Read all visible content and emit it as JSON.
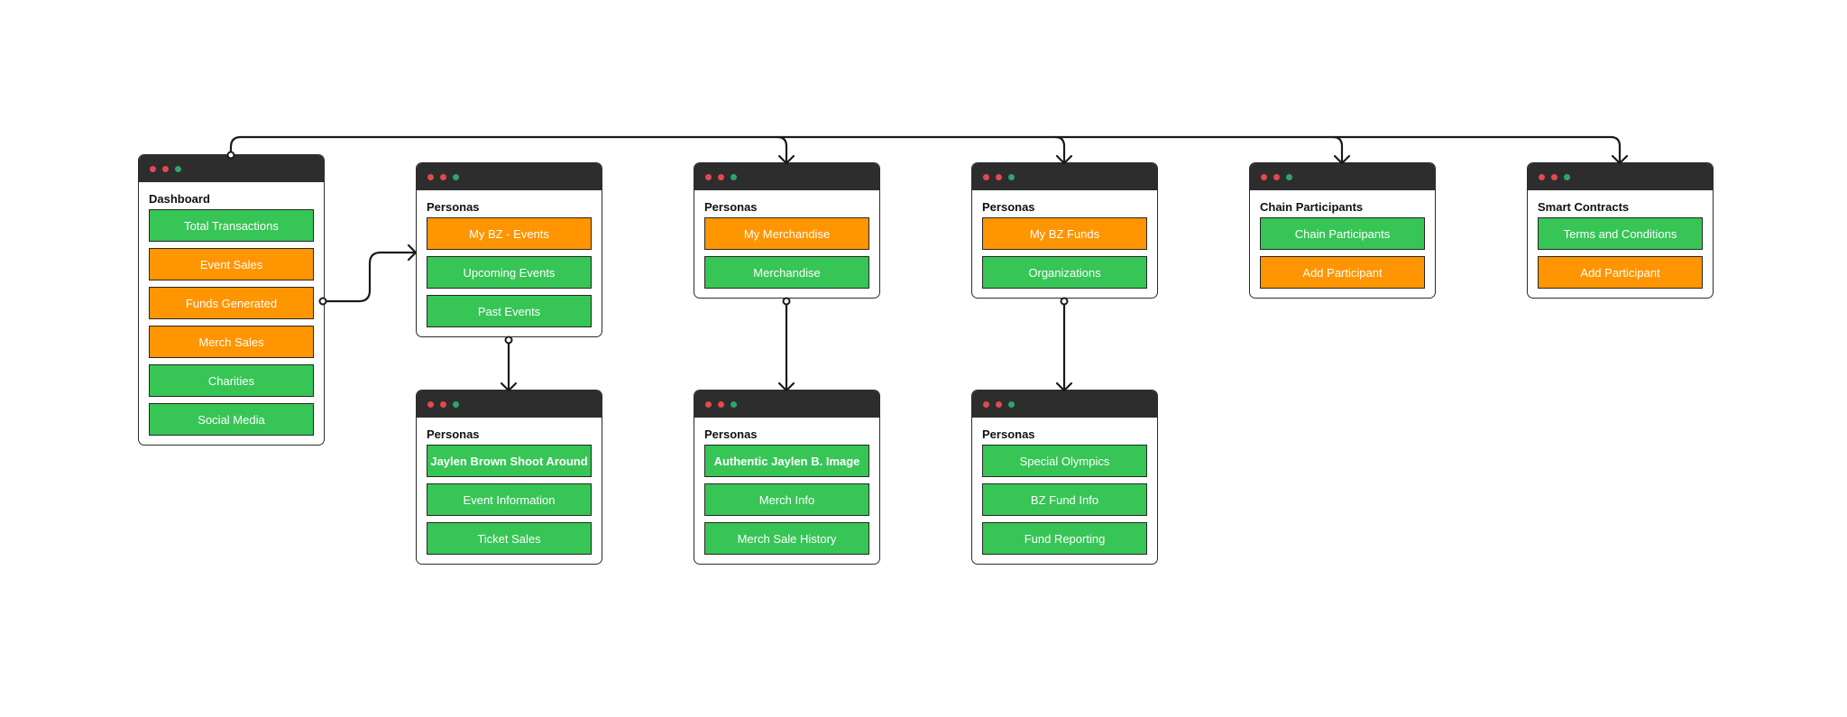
{
  "colors": {
    "green": "#37c556",
    "orange": "#ff9500",
    "titlebar": "#2d2d2d",
    "line": "#1a1a1a"
  },
  "windows": [
    {
      "id": "dashboard",
      "title": "Dashboard",
      "items": [
        {
          "label": "Total Transactions",
          "color": "green"
        },
        {
          "label": "Event Sales",
          "color": "orange"
        },
        {
          "label": "Funds Generated",
          "color": "orange"
        },
        {
          "label": "Merch Sales",
          "color": "orange"
        },
        {
          "label": "Charities",
          "color": "green"
        },
        {
          "label": "Social Media",
          "color": "green"
        }
      ]
    },
    {
      "id": "events",
      "title": "Personas",
      "items": [
        {
          "label": "My BZ - Events",
          "color": "orange"
        },
        {
          "label": "Upcoming Events",
          "color": "green"
        },
        {
          "label": "Past Events",
          "color": "green"
        }
      ]
    },
    {
      "id": "merchandise",
      "title": "Personas",
      "items": [
        {
          "label": "My Merchandise",
          "color": "orange"
        },
        {
          "label": "Merchandise",
          "color": "green"
        }
      ]
    },
    {
      "id": "funds",
      "title": "Personas",
      "items": [
        {
          "label": "My BZ Funds",
          "color": "orange"
        },
        {
          "label": "Organizations",
          "color": "green"
        }
      ]
    },
    {
      "id": "chain-participants",
      "title": "Chain Participants",
      "items": [
        {
          "label": "Chain Participants",
          "color": "green"
        },
        {
          "label": "Add Participant",
          "color": "orange"
        }
      ]
    },
    {
      "id": "smart-contracts",
      "title": "Smart Contracts",
      "items": [
        {
          "label": "Terms and Conditions",
          "color": "green"
        },
        {
          "label": "Add Participant",
          "color": "orange"
        }
      ]
    },
    {
      "id": "event-detail",
      "title": "Personas",
      "items": [
        {
          "label": "Jaylen Brown Shoot Around",
          "color": "green",
          "bold": true
        },
        {
          "label": "Event Information",
          "color": "green"
        },
        {
          "label": "Ticket Sales",
          "color": "green"
        }
      ]
    },
    {
      "id": "merch-detail",
      "title": "Personas",
      "items": [
        {
          "label": "Authentic Jaylen B. Image",
          "color": "green",
          "bold": true
        },
        {
          "label": "Merch Info",
          "color": "green"
        },
        {
          "label": "Merch Sale History",
          "color": "green"
        }
      ]
    },
    {
      "id": "fund-detail",
      "title": "Personas",
      "items": [
        {
          "label": "Special Olympics",
          "color": "green"
        },
        {
          "label": "BZ Fund Info",
          "color": "green"
        },
        {
          "label": "Fund Reporting",
          "color": "green"
        }
      ]
    }
  ]
}
